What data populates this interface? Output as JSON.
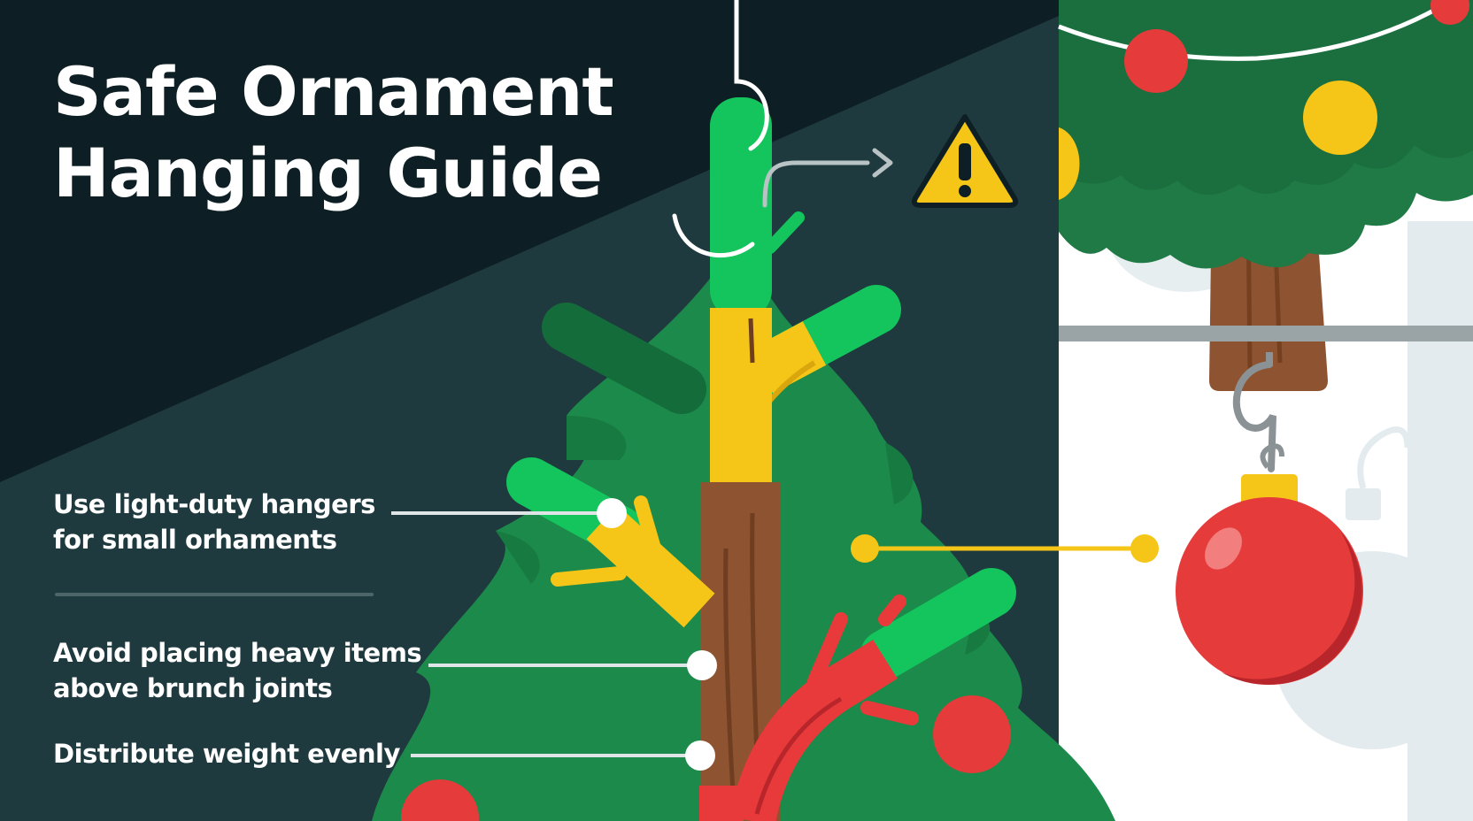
{
  "title": {
    "line1": "Safe Ornament",
    "line2": "Hanging Guide"
  },
  "tips": [
    {
      "line1": "Use light-duty hangers",
      "line2": "for small orhaments"
    },
    {
      "line1": "Avoid placing heavy items",
      "line2": "above brunch joints"
    },
    {
      "line1": "Distribute weight evenly"
    }
  ],
  "icons": {
    "warning": "warning-icon",
    "hook": "hook-icon",
    "ornament": "ornament-icon"
  },
  "colors": {
    "background_dark": "#0d1f24",
    "background_light": "#1f3a3f",
    "tree_green": "#1b8a4a",
    "highlight_green": "#15c45e",
    "warning_yellow": "#f5c518",
    "strain_red": "#e83a3a",
    "trunk_brown": "#8a5030",
    "ornament_red": "#e63b3b",
    "panel_white": "#ffffff"
  }
}
